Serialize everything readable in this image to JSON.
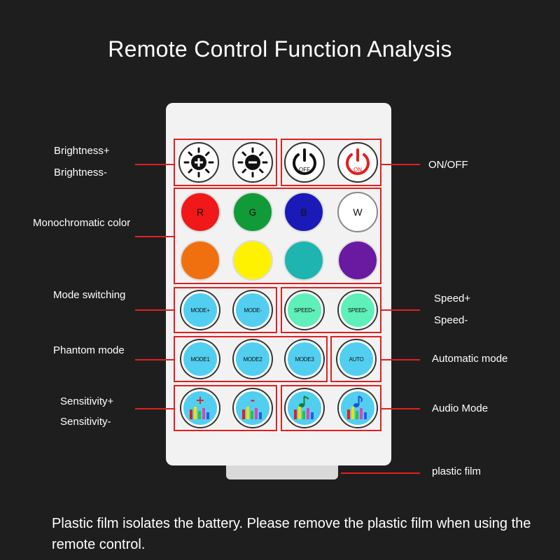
{
  "title": "Remote Control Function Analysis",
  "labels": {
    "brightness_plus": "Brightness+",
    "brightness_minus": "Brightness-",
    "on_off": "ON/OFF",
    "monochromatic": "Monochromatic color",
    "mode_switching": "Mode switching",
    "speed_plus": "Speed+",
    "speed_minus": "Speed-",
    "phantom_mode": "Phantom mode",
    "automatic_mode": "Automatic mode",
    "sensitivity_plus": "Sensitivity+",
    "sensitivity_minus": "Sensitivity-",
    "audio_mode": "Audio Mode",
    "plastic_film": "plastic film"
  },
  "buttons": {
    "off": "OFF",
    "on": "ON",
    "r": "R",
    "g": "G",
    "b": "B",
    "w": "W",
    "mode_plus": "MODE+",
    "mode_minus": "MODE-",
    "speed_plus": "SPEED+",
    "speed_minus": "SPEED-",
    "mode1": "MODE1",
    "mode2": "MODE2",
    "mode3": "MODE3",
    "auto": "AUTO",
    "sens_plus_symbol": "+",
    "sens_minus_symbol": "-"
  },
  "colors": {
    "red": "#f01818",
    "green": "#109a38",
    "blue": "#1a1ab8",
    "white": "#ffffff",
    "orange": "#f07010",
    "yellow": "#fff200",
    "teal": "#1eb4b0",
    "purple": "#6a1aa0",
    "accent_red": "#e02020",
    "mode_blue": "#52cff0",
    "speed_green": "#5ef0b8"
  },
  "caption": "Plastic film isolates the battery. Please remove the plastic film when using the remote control."
}
